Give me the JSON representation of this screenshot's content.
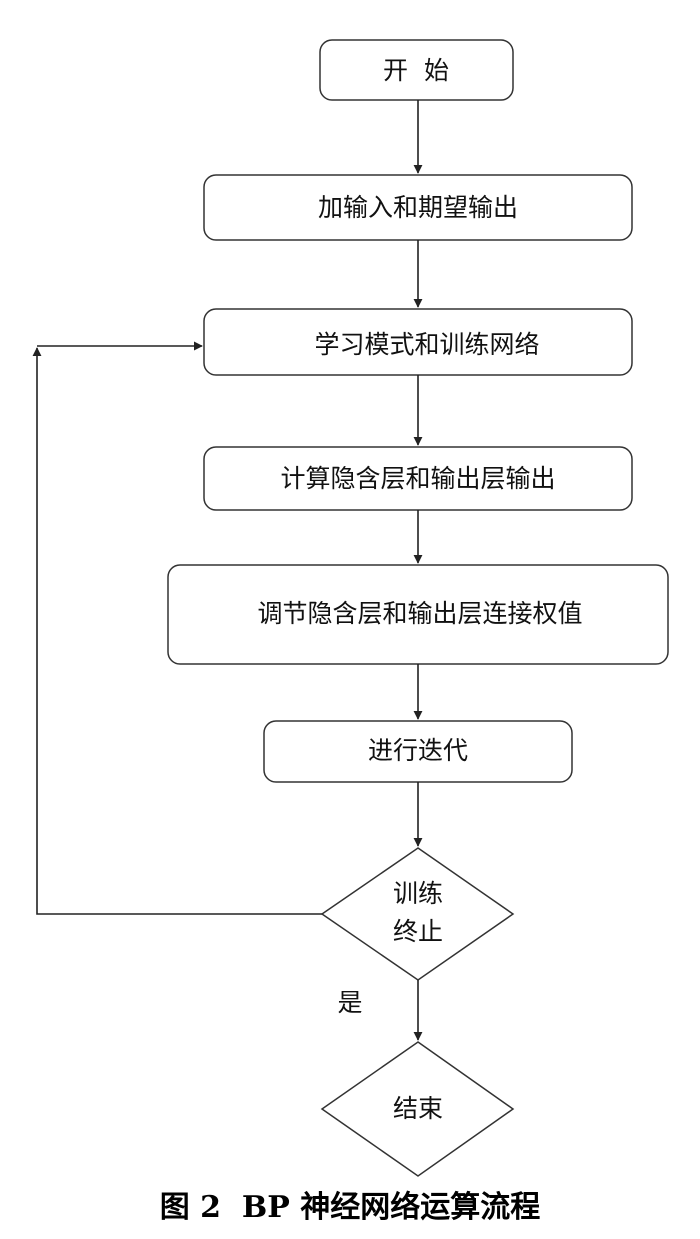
{
  "nodes": {
    "start": "开  始",
    "input": "加输入和期望输出",
    "learn": "学习模式和训练网络",
    "compute": "计算隐含层和输出层输出",
    "adjust": "调节隐含层和输出层连接权值",
    "iterate": "进行迭代",
    "decision_line1": "训练",
    "decision_line2": "终止",
    "end": "结束"
  },
  "edges": {
    "yes_label": "是"
  },
  "caption": "图 2  BP 神经网络运算流程"
}
